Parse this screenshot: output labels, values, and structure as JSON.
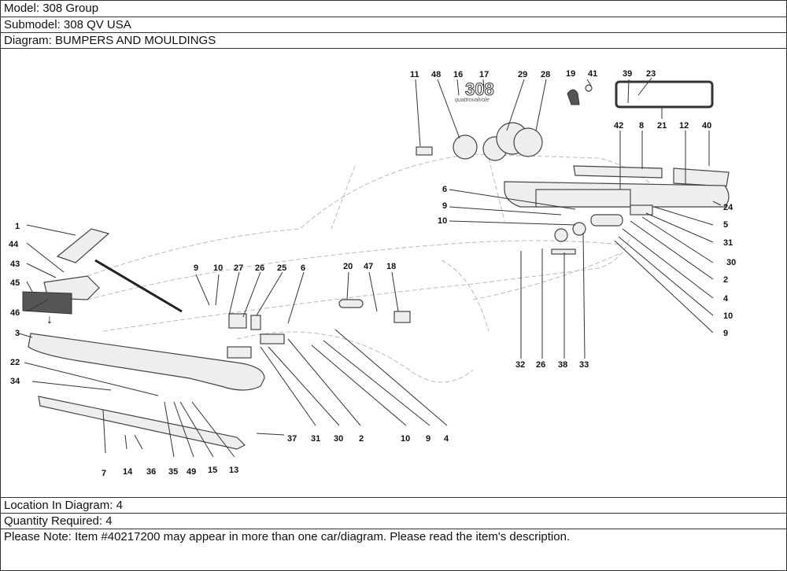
{
  "header": {
    "model": "Model: 308 Group",
    "submodel": "Submodel: 308 QV USA",
    "diagram": "Diagram: BUMPERS AND MOULDINGS"
  },
  "footer": {
    "location": "Location In Diagram: 4",
    "quantity": "Quantity Required: 4",
    "note": "Please Note: Item #40217200 may appear in more than one car/diagram. Please read the item's description."
  },
  "diagram": {
    "badge_text": "308",
    "badge_subtext": "quattrovalvole",
    "callouts": {
      "c1": "1",
      "c44": "44",
      "c43": "43",
      "c45": "45",
      "c46": "46",
      "c3": "3",
      "c22": "22",
      "c34": "34",
      "c7": "7",
      "c14": "14",
      "c36": "36",
      "c35": "35",
      "c49": "49",
      "c15": "15",
      "c13": "13",
      "c37": "37",
      "c31b": "31",
      "c30b": "30",
      "c2b": "2",
      "c10b": "10",
      "c9b": "9",
      "c4b": "4",
      "c9a": "9",
      "c10a": "10",
      "c27": "27",
      "c26a": "26",
      "c25": "25",
      "c6a": "6",
      "c20": "20",
      "c47": "47",
      "c18": "18",
      "c11": "11",
      "c48": "48",
      "c16": "16",
      "c17": "17",
      "c29": "29",
      "c28": "28",
      "c19": "19",
      "c41": "41",
      "c39": "39",
      "c23": "23",
      "c21": "21",
      "c42": "42",
      "c8": "8",
      "c12": "12",
      "c40": "40",
      "c6b": "6",
      "c9c": "9",
      "c10c": "10",
      "c24": "24",
      "c5": "5",
      "c31r": "31",
      "c30r": "30",
      "c2r": "2",
      "c4r": "4",
      "c10r": "10",
      "c9r": "9",
      "c32": "32",
      "c26b": "26",
      "c38": "38",
      "c33": "33"
    }
  }
}
